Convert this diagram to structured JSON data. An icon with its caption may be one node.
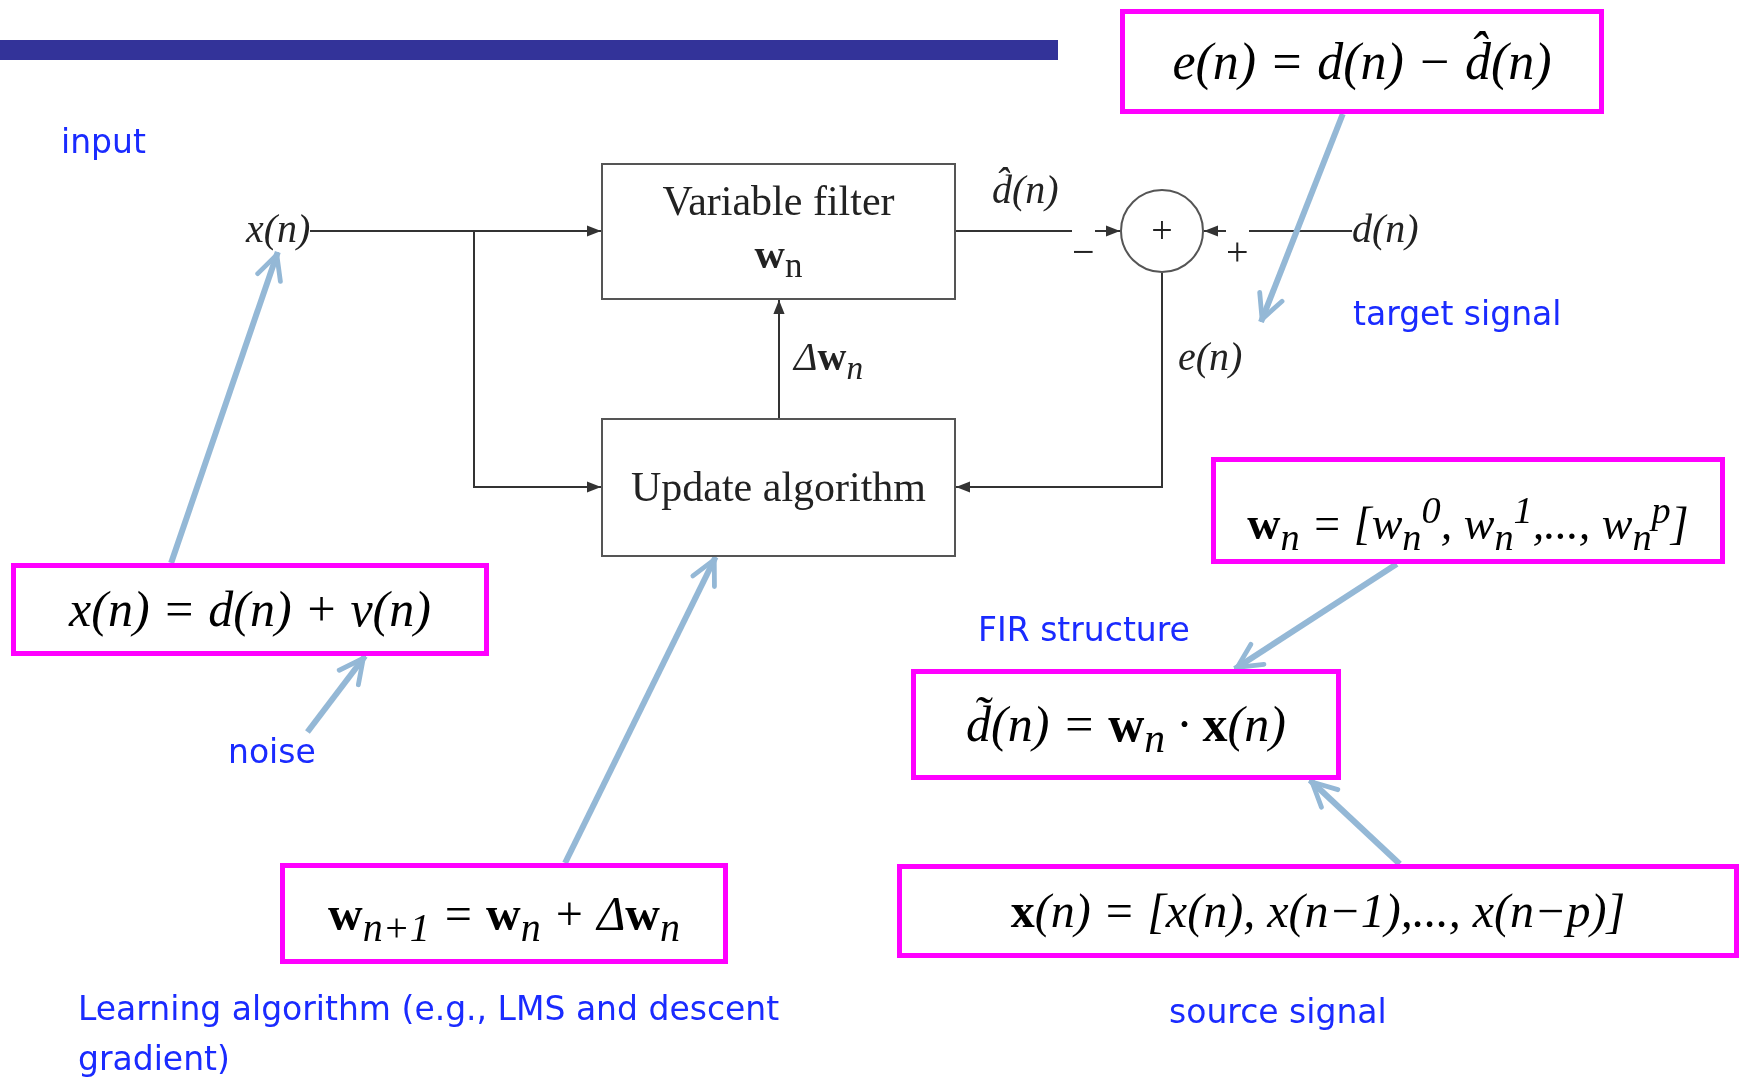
{
  "diagram": {
    "nodes": [
      {
        "text": [
          "e(n) = d(n) − d̂(n)"
        ]
      },
      {
        "text": [
          "x(n)"
        ]
      },
      {
        "text": [
          "Variable filter",
          "**w**$_{n}$"
        ]
      },
      {
        "text": [
          "+"
        ],
        "beside": [
          "−",
          "+"
        ]
      },
      {
        "text": [
          "d(n)"
        ]
      },
      {
        "text": [
          "Update algorithm"
        ]
      },
      {
        "text": [
          "x(n) = d(n) + v(n)"
        ]
      },
      {
        "text": [
          "noise"
        ]
      },
      {
        "text": [
          "**w**$_{n+1}$ = **w**$_{n}$ + Δ**w**$_{n}$"
        ]
      },
      {
        "text": [
          "**w**$_{n}$ = [w$_{n}$$^{0}$, w$_{n}$$^{1}$,..., w$_{n}$$^{p}$]"
        ]
      },
      {
        "text": [
          "d̃(n) = **w**$_{n}$ · **x**(n)"
        ]
      },
      {
        "text": [
          "**x**(n) = [x(n), x(n−1),..., x(n−p)]"
        ]
      },
      {
        "text": [],
        "shape": "bar"
      }
    ],
    "edges": [
      {
        "from": 1,
        "to": 2,
        "arrow": "to"
      },
      {
        "from": 1,
        "to": 5,
        "arrow": "to"
      },
      {
        "from": 2,
        "to": 3,
        "arrow": "to",
        "label": "d̂(n)"
      },
      {
        "from": 4,
        "to": 3,
        "arrow": "to"
      },
      {
        "from": 3,
        "to": 5,
        "arrow": "to",
        "label": "e(n)"
      },
      {
        "from": 5,
        "to": 2,
        "arrow": "to",
        "label": "Δ**w**$_{n}$"
      },
      {
        "from": 0,
        "to": null,
        "arrow": "to",
        "style": "thick",
        "color": "#94b8d6"
      },
      {
        "from": 6,
        "to": 1,
        "arrow": "to",
        "style": "thick",
        "color": "#94b8d6"
      },
      {
        "from": 7,
        "to": 6,
        "arrow": "to",
        "style": "thick",
        "color": "#94b8d6"
      },
      {
        "from": 8,
        "to": 5,
        "arrow": "to",
        "style": "thick",
        "color": "#94b8d6"
      },
      {
        "from": 9,
        "to": 10,
        "arrow": "to",
        "style": "thick",
        "color": "#94b8d6"
      },
      {
        "from": 11,
        "to": 10,
        "arrow": "to",
        "style": "thick",
        "color": "#94b8d6"
      }
    ],
    "labels": [
      "input",
      "target signal",
      "FIR structure",
      "Learning algorithm (e.g., LMS and descent gradient)",
      "source signal"
    ]
  }
}
